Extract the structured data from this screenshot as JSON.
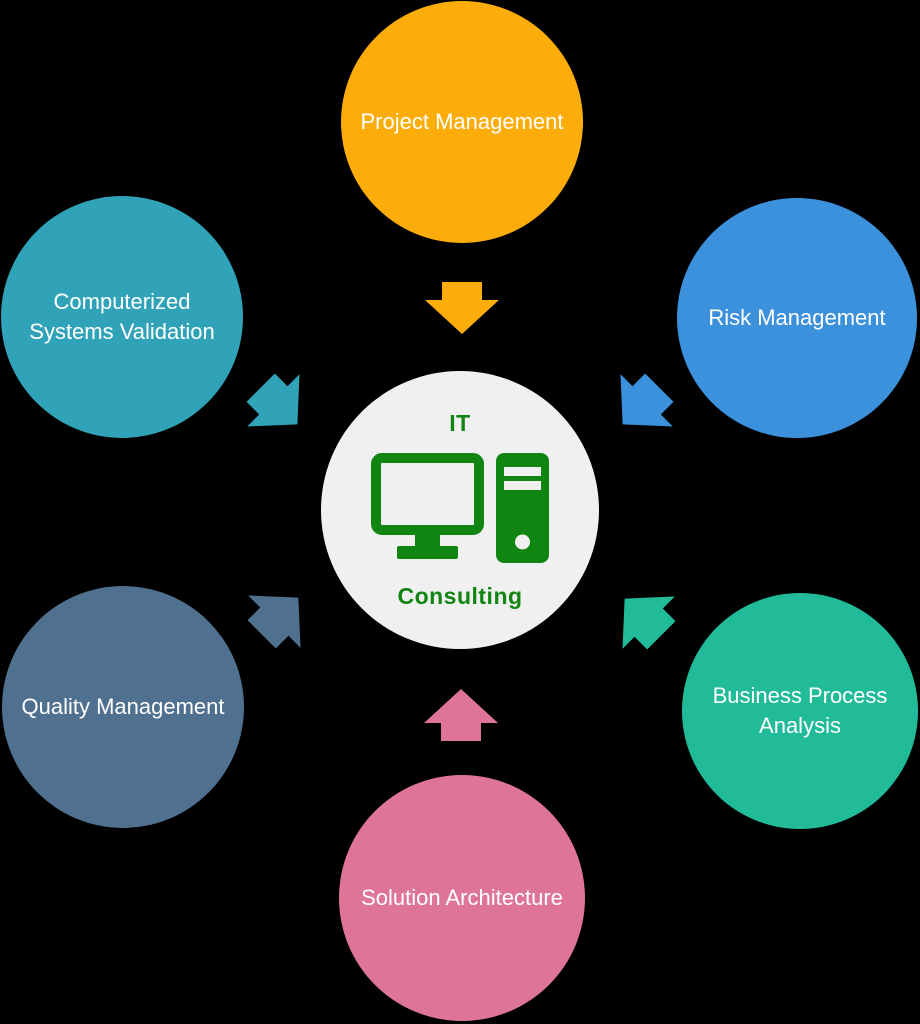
{
  "background": "#000000",
  "label_text_color": "#FFFFFF",
  "center": {
    "top_label": "IT",
    "bottom_label": "Consulting",
    "bg_color": "#F0F0F0",
    "text_color": "#118511",
    "icon": "desktop-computer-icon",
    "icon_color": "#118511"
  },
  "nodes": [
    {
      "id": "project-management",
      "label": "Project Management",
      "color": "#FCAD0A"
    },
    {
      "id": "risk-management",
      "label": "Risk Management",
      "color": "#3B91DB"
    },
    {
      "id": "computerized-systems-validation",
      "label": "Computerized\nSystems Validation",
      "color": "#31A3B9"
    },
    {
      "id": "quality-management",
      "label": "Quality Management",
      "color": "#50708F"
    },
    {
      "id": "business-process-analysis",
      "label": "Business Process\nAnalysis",
      "color": "#21BB9A"
    },
    {
      "id": "solution-architecture",
      "label": "Solution Architecture",
      "color": "#DE7598"
    }
  ],
  "arrows": [
    {
      "id": "arrow-from-project-management",
      "color": "#FCAD0A",
      "direction": "down"
    },
    {
      "id": "arrow-from-risk-management",
      "color": "#3B91DB",
      "direction": "down-left"
    },
    {
      "id": "arrow-from-computerized-systems-validation",
      "color": "#31A3B9",
      "direction": "down-right"
    },
    {
      "id": "arrow-from-quality-management",
      "color": "#50708F",
      "direction": "up-right"
    },
    {
      "id": "arrow-from-business-process-analysis",
      "color": "#21BB9A",
      "direction": "up-left"
    },
    {
      "id": "arrow-from-solution-architecture",
      "color": "#DE7598",
      "direction": "up"
    }
  ]
}
